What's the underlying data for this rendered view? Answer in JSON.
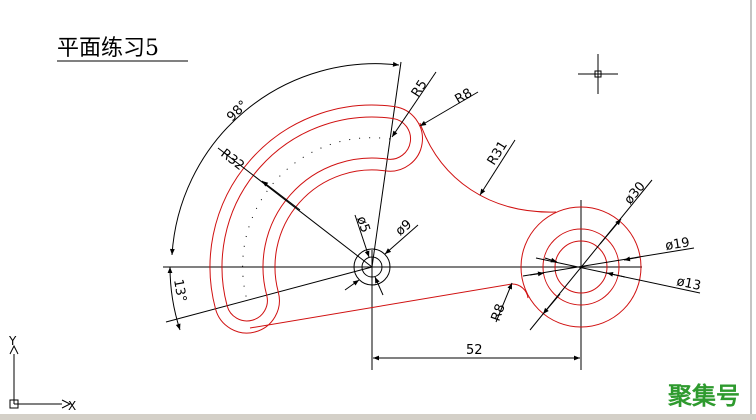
{
  "title": "平面练习5",
  "dimensions": {
    "angle_98": "98°",
    "angle_13": "13°",
    "r5": "R5",
    "r8_top": "R8",
    "r32": "R32",
    "r31": "R31",
    "d5": "ø5",
    "d9": "ø9",
    "d30": "ø30",
    "d19": "ø19",
    "d13": "ø13",
    "r8_bottom": "R8",
    "dist_52": "52"
  },
  "ucs": {
    "x_label": "X",
    "y_label": "Y"
  },
  "watermark": "聚集号",
  "colors": {
    "geometry": "#d01010",
    "dimension": "#000000",
    "watermark": "#2e9a2e"
  }
}
